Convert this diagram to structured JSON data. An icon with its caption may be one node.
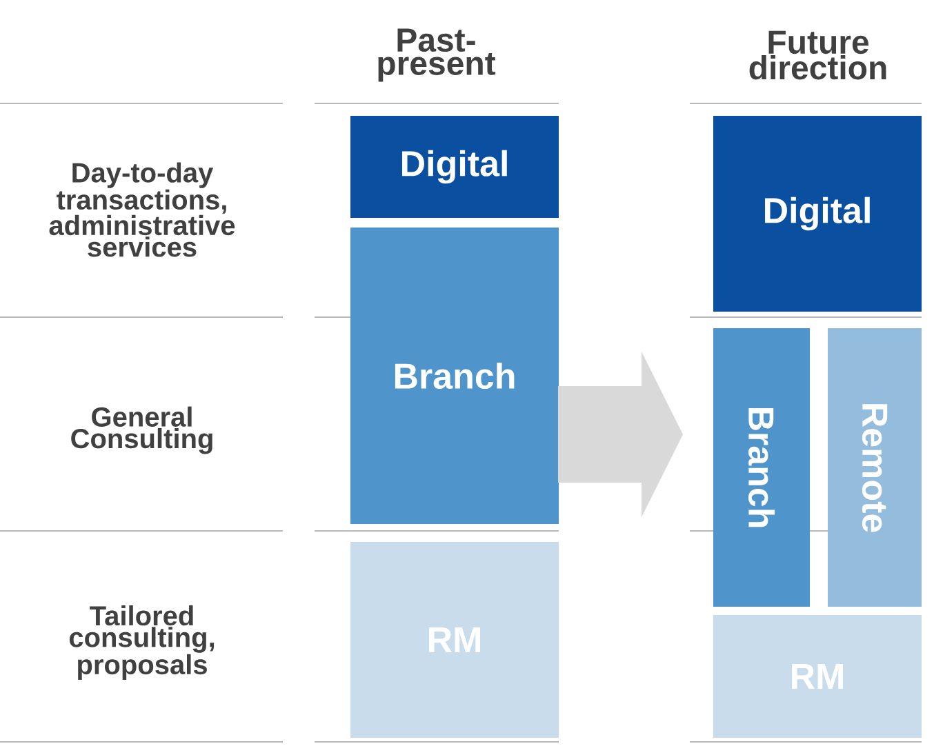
{
  "diagram": {
    "nodes": [
      {
        "text": [
          "Digital"
        ]
      },
      {
        "text": [
          "Branch"
        ]
      },
      {
        "text": [
          "RM"
        ]
      },
      {
        "text": [
          "Digital"
        ]
      },
      {
        "text": [
          "Branch"
        ]
      },
      {
        "text": [
          "Remote"
        ]
      },
      {
        "text": [
          "RM"
        ]
      }
    ],
    "edges": [
      {
        "from": 1,
        "to": 4,
        "arrow": "to",
        "color": "#d9d9d9"
      }
    ],
    "labels": [
      "Past-present",
      "Future direction",
      "Day-to-day transactions, administrative services",
      "General Consulting",
      "Tailored consulting, proposals"
    ]
  }
}
